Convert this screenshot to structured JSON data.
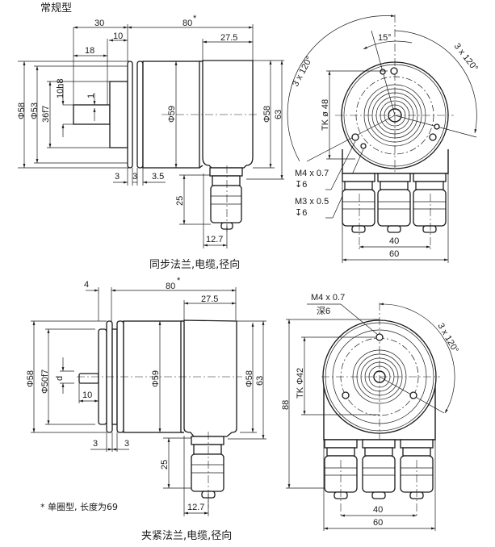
{
  "heading": "常规型",
  "drawing_top": {
    "caption": "同步法兰,电缆,径向",
    "side_view": {
      "dim_30": "30",
      "dim_80": "80",
      "asterisk": "*",
      "dim_10": "10",
      "dim_18": "18",
      "dim_27_5": "27.5",
      "dia_58_left": "Φ58",
      "dia_53": "Φ53",
      "dia_36f7": "36f7",
      "dia_10h8": "10h8",
      "dim_1": "1",
      "dia_59": "Φ59",
      "dia_58_right": "Φ58",
      "dim_63": "63",
      "dim_3a": "3",
      "dim_3b": "3",
      "dim_3_5": "3.5",
      "dim_25": "25",
      "dim_12_7": "12.7"
    },
    "front_view": {
      "angle_15": "15°",
      "angle_120_left": "3 x 120°",
      "angle_120_right": "3 x 120°",
      "tk_48": "TK ø 48",
      "thread_m4": "M4 x 0.7",
      "depth_m4": "↧6",
      "thread_m3": "M3 x 0.5",
      "depth_m3": "↧6",
      "dim_40": "40",
      "dim_60": "60"
    }
  },
  "drawing_bottom": {
    "caption": "夹紧法兰,电缆,径向",
    "footnote": "* 单圈型, 长度为69",
    "side_view": {
      "dim_4": "4",
      "dim_80": "80",
      "asterisk": "*",
      "dim_27_5": "27.5",
      "dia_58_left": "Φ58",
      "dia_50f7": "Φ50f7",
      "dim_d": "d",
      "dim_10": "10",
      "dia_59": "Φ59",
      "dia_58_right": "Φ58",
      "dim_63": "63",
      "dim_3a": "3",
      "dim_3b": "3",
      "dim_25": "25",
      "dim_12_7": "12.7"
    },
    "front_view": {
      "thread_m4": "M4 x 0.7",
      "depth": "深6",
      "angle_120": "3 x 120°",
      "tk_42": "TK Φ42",
      "dim_88": "88",
      "dim_40": "40",
      "dim_60": "60"
    }
  }
}
